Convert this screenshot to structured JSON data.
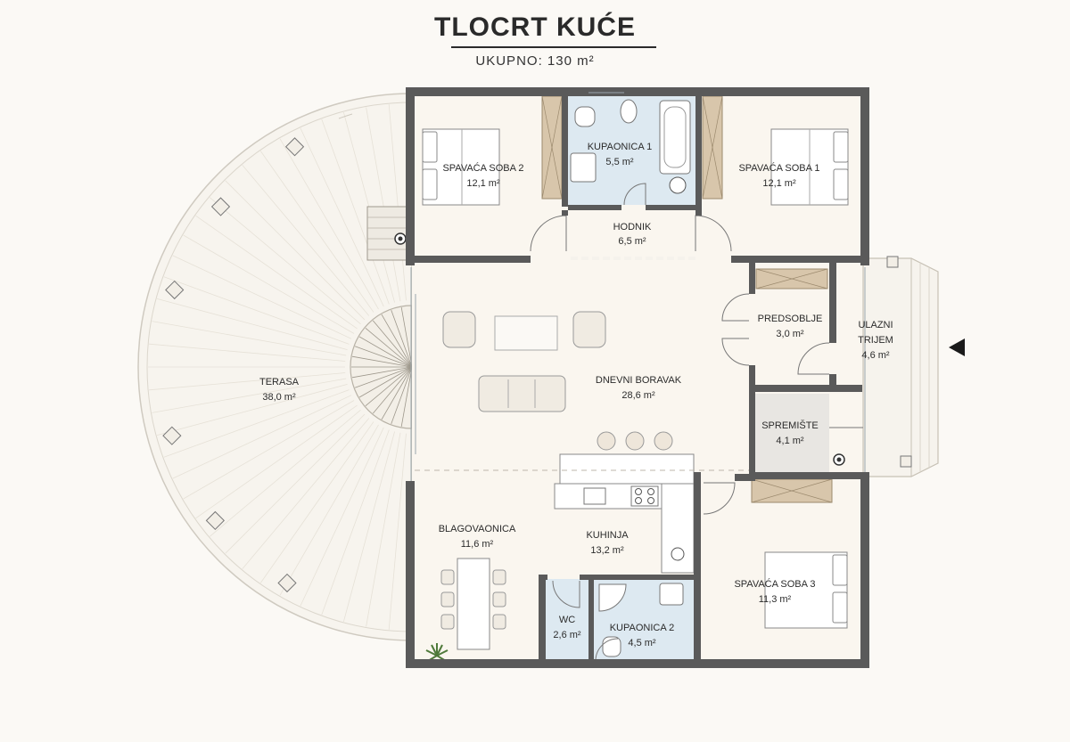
{
  "header": {
    "title": "TLOCRT KUĆE",
    "total": "UKUPNO: 130 m²"
  },
  "rooms": {
    "spavaca_soba_2": {
      "name": "SPAVAĆA SOBA 2",
      "area": "12,1 m²"
    },
    "kupaonica_1": {
      "name": "KUPAONICA 1",
      "area": "5,5 m²"
    },
    "spavaca_soba_1": {
      "name": "SPAVAĆA SOBA 1",
      "area": "12,1 m²"
    },
    "hodnik": {
      "name": "HODNIK",
      "area": "6,5 m²"
    },
    "predsoblje": {
      "name": "PREDSOBLJE",
      "area": "3,0 m²"
    },
    "ulazni_trijem": {
      "name1": "ULAZNI",
      "name2": "TRIJEM",
      "area": "4,6 m²"
    },
    "dnevni_boravak": {
      "name": "DNEVNI BORAVAK",
      "area": "28,6 m²"
    },
    "terasa": {
      "name": "TERASA",
      "area": "38,0 m²"
    },
    "spremiste": {
      "name": "SPREMIŠTE",
      "area": "4,1 m²"
    },
    "blagovaonica": {
      "name": "BLAGOVAONICA",
      "area": "11,6 m²"
    },
    "kuhinja": {
      "name": "KUHINJA",
      "area": "13,2 m²"
    },
    "spavaca_soba_3": {
      "name": "SPAVAĆA SOBA 3",
      "area": "11,3 m²"
    },
    "wc": {
      "name": "WC",
      "area": "2,6 m²"
    },
    "kupaonica_2": {
      "name": "KUPAONICA 2",
      "area": "4,5 m²"
    }
  },
  "colors": {
    "wall": "#5a5a5a",
    "floor": "#faf6ef",
    "bath_floor": "#dde9f1",
    "storage_floor": "#e8e6e2",
    "wood": "#d8c6ab",
    "terrace": "#f7f4ee"
  }
}
